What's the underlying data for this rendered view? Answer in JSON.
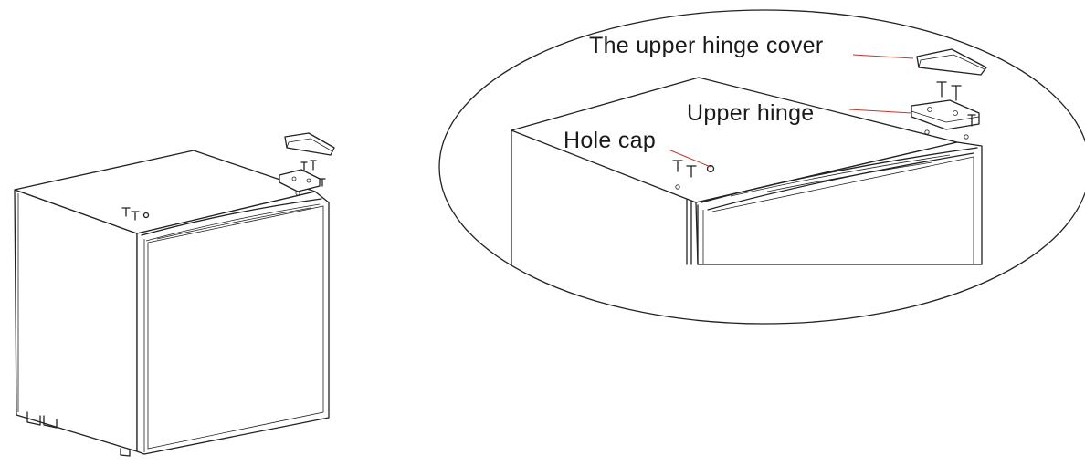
{
  "labels": {
    "upper_hinge_cover": "The upper hinge cover",
    "upper_hinge": "Upper hinge",
    "hole_cap": "Hole cap"
  },
  "colors": {
    "leader_line": "#c0392b",
    "outline": "#222222",
    "background": "#ffffff"
  }
}
